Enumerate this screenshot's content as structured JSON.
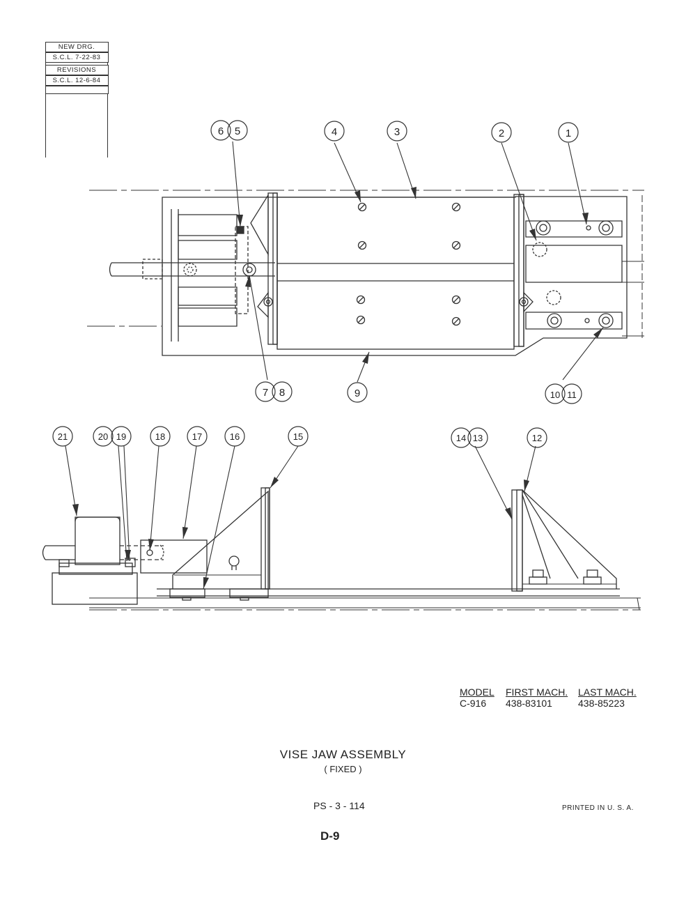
{
  "revision_block": {
    "new_drg_label": "NEW DRG.",
    "new_drg_date": "S.C.L. 7-22-83",
    "revisions_label": "REVISIONS",
    "revision_date": "S.C.L. 12-6-84"
  },
  "callouts": {
    "top": [
      "6",
      "5",
      "4",
      "3",
      "2",
      "1",
      "7",
      "8",
      "9",
      "10",
      "11"
    ],
    "bottom": [
      "21",
      "20",
      "19",
      "18",
      "17",
      "16",
      "15",
      "14",
      "13",
      "12"
    ]
  },
  "machine_table": {
    "model_header": "MODEL",
    "first_header": "FIRST MACH.",
    "last_header": "LAST MACH.",
    "model_value": "C-916",
    "first_value": "438-83101",
    "last_value": "438-85223"
  },
  "title": "VISE JAW ASSEMBLY",
  "subtitle": "( FIXED )",
  "part_number": "PS - 3 - 114",
  "printed": "PRINTED  IN  U. S. A.",
  "page_number": "D-9"
}
